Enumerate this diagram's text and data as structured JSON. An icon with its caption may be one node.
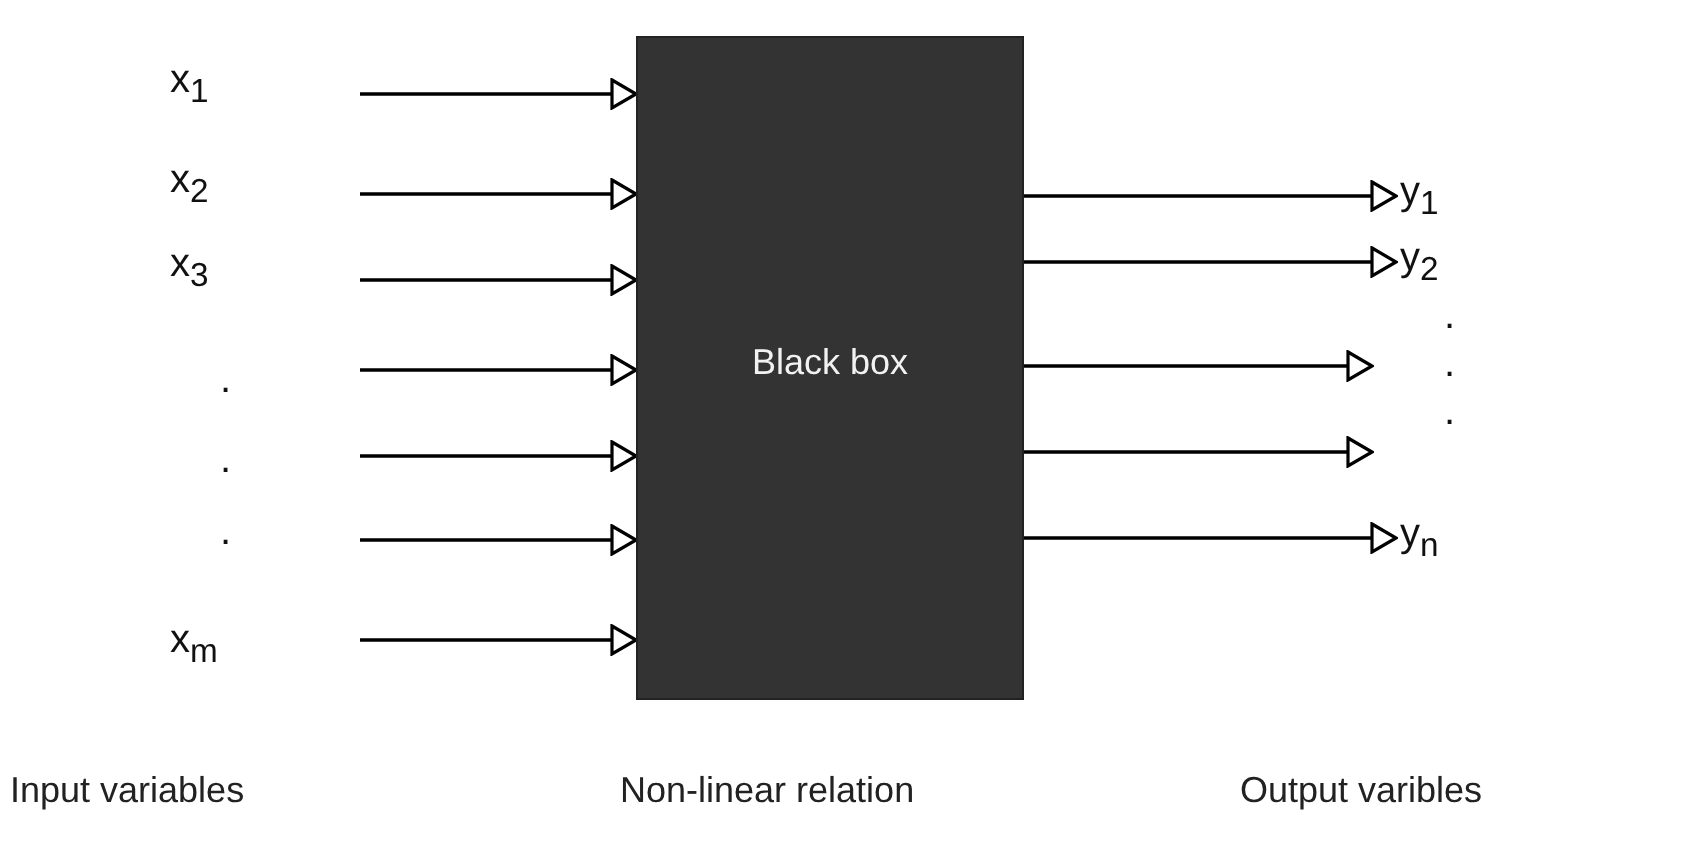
{
  "diagram": {
    "nodes": [
      {
        "text": [
          "Black box"
        ]
      },
      {
        "text": [
          "y$_{1}$"
        ]
      },
      {
        "text": [
          "y$_{2}$"
        ]
      },
      {
        "text": [
          "y$_{n}$"
        ]
      }
    ],
    "edges": [
      {
        "from": null,
        "to": 0,
        "arrow": "to"
      },
      {
        "from": null,
        "to": 0,
        "arrow": "to"
      },
      {
        "from": null,
        "to": 0,
        "arrow": "to"
      },
      {
        "from": null,
        "to": 0,
        "arrow": "to"
      },
      {
        "from": null,
        "to": 0,
        "arrow": "to"
      },
      {
        "from": null,
        "to": 0,
        "arrow": "to"
      },
      {
        "from": null,
        "to": 0,
        "arrow": "to"
      },
      {
        "from": 0,
        "to": 1,
        "arrow": "to"
      },
      {
        "from": 0,
        "to": 2,
        "arrow": "to"
      },
      {
        "from": 0,
        "to": null,
        "arrow": "to"
      },
      {
        "from": 0,
        "to": null,
        "arrow": "to"
      },
      {
        "from": 0,
        "to": 3,
        "arrow": "to"
      }
    ],
    "labels": [
      "x$_{1}$",
      "x$_{2}$",
      "x$_{3}$",
      ".",
      ".",
      ".",
      "x$_{m}$",
      ".",
      ".",
      ".",
      "Input variables",
      "Non-linear relation",
      "Output varibles"
    ]
  }
}
